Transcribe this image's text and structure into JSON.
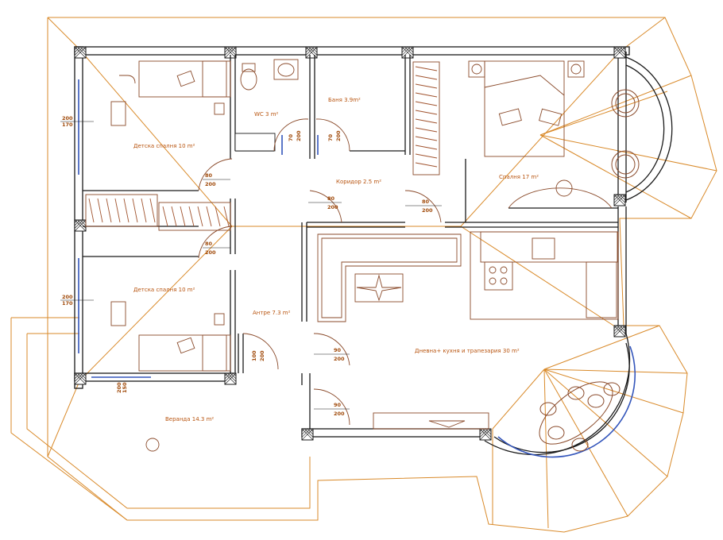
{
  "rooms": {
    "kids1": "Детска спалня 10 m²",
    "kids2": "Детска спалня 10 m²",
    "wc": "WC  3 m²",
    "bath": "Баня 3.9m²",
    "corridor": "Коридор 2.5 m²",
    "bedroom": "Спалня 17 m²",
    "hall": "Антре 7.3 m²",
    "living": "Дневна+ кухня и трапезария 30 m²",
    "veranda": "Веранда 14.3 m²"
  },
  "dims": {
    "win_left1_a": "200",
    "win_left1_b": "170",
    "win_left2_a": "200",
    "win_left2_b": "170",
    "win_bottom_a": "200",
    "win_bottom_b": "150",
    "d_kids1_a": "80",
    "d_kids1_b": "200",
    "d_kids2_a": "80",
    "d_kids2_b": "200",
    "d_wc_a": "70",
    "d_wc_b": "200",
    "d_bath_a": "70",
    "d_bath_b": "200",
    "d_corr_a": "80",
    "d_corr_b": "200",
    "d_bed_a": "80",
    "d_bed_b": "200",
    "d_entry_a": "100",
    "d_entry_b": "200",
    "d_living_a": "90",
    "d_living_b": "200",
    "d_veranda_a": "90",
    "d_veranda_b": "200"
  },
  "colors": {
    "wall": "#1a1a1a",
    "roof_lines": "#d98a2a",
    "room_labels": "#b8540f",
    "furniture": "#8a4a2a",
    "windows": "#3355bb"
  }
}
